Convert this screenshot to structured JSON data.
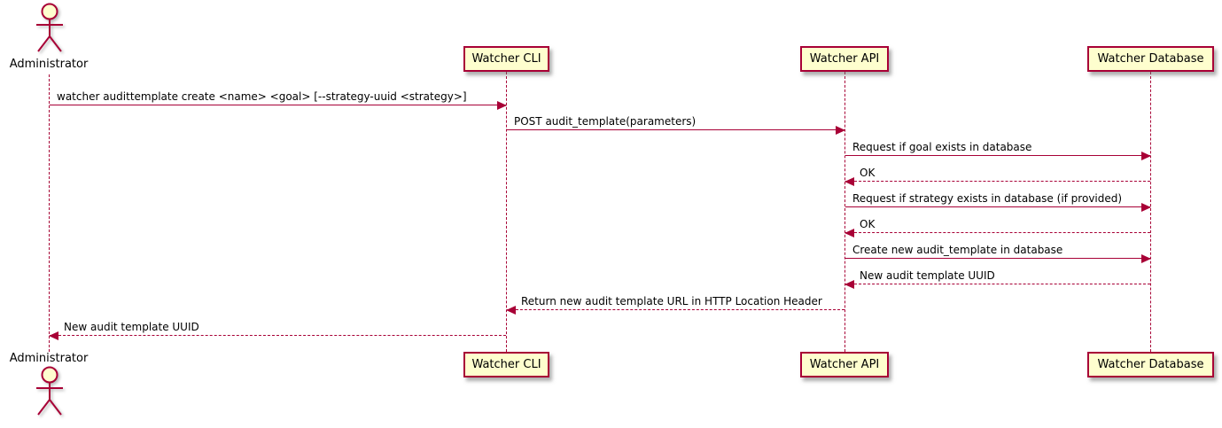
{
  "diagram": {
    "type": "sequence-diagram",
    "participants": [
      {
        "name": "Administrator",
        "kind": "actor"
      },
      {
        "name": "Watcher CLI",
        "kind": "participant"
      },
      {
        "name": "Watcher API",
        "kind": "participant"
      },
      {
        "name": "Watcher Database",
        "kind": "participant"
      }
    ],
    "messages": [
      {
        "from": "Administrator",
        "to": "Watcher CLI",
        "text": "watcher audittemplate create <name> <goal> [--strategy-uuid <strategy>]",
        "line": "solid",
        "direction": "right"
      },
      {
        "from": "Watcher CLI",
        "to": "Watcher API",
        "text": "POST audit_template(parameters)",
        "line": "solid",
        "direction": "right"
      },
      {
        "from": "Watcher API",
        "to": "Watcher Database",
        "text": "Request if goal exists in database",
        "line": "solid",
        "direction": "right"
      },
      {
        "from": "Watcher Database",
        "to": "Watcher API",
        "text": "OK",
        "line": "dashed",
        "direction": "left"
      },
      {
        "from": "Watcher API",
        "to": "Watcher Database",
        "text": "Request if strategy exists in database (if provided)",
        "line": "solid",
        "direction": "right"
      },
      {
        "from": "Watcher Database",
        "to": "Watcher API",
        "text": "OK",
        "line": "dashed",
        "direction": "left"
      },
      {
        "from": "Watcher API",
        "to": "Watcher Database",
        "text": "Create new audit_template in database",
        "line": "solid",
        "direction": "right"
      },
      {
        "from": "Watcher Database",
        "to": "Watcher API",
        "text": "New audit template UUID",
        "line": "dashed",
        "direction": "left"
      },
      {
        "from": "Watcher API",
        "to": "Watcher CLI",
        "text": "Return new audit template URL in HTTP Location Header",
        "line": "dashed",
        "direction": "left"
      },
      {
        "from": "Watcher CLI",
        "to": "Administrator",
        "text": "New audit template UUID",
        "line": "dashed",
        "direction": "left"
      }
    ],
    "colors": {
      "line": "#A80036",
      "box_fill": "#FEFECE",
      "text": "#000000",
      "background": "#FFFFFF"
    }
  }
}
